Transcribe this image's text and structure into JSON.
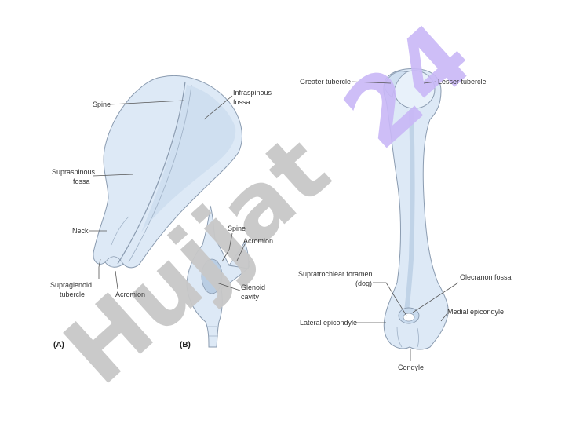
{
  "panel_labels": {
    "a": "(A)",
    "b": "(B)"
  },
  "scapula_lateral": {
    "spine": "Spine",
    "infraspinous_line1": "Infraspinous",
    "infraspinous_line2": "fossa",
    "supraspinous_line1": "Supraspinous",
    "supraspinous_line2": "fossa",
    "neck": "Neck",
    "supraglenoid_line1": "Supraglenoid",
    "supraglenoid_line2": "tubercle",
    "acromion": "Acromion"
  },
  "scapula_distal": {
    "spine": "Spine",
    "acromion": "Acromion",
    "glenoid_line1": "Glenoid",
    "glenoid_line2": "cavity"
  },
  "humerus": {
    "greater_tubercle": "Greater tubercle",
    "lesser_tubercle": "Lesser tubercle",
    "supratrochlear_line1": "Supratrochlear foramen",
    "supratrochlear_line2": "(dog)",
    "olecranon_fossa": "Olecranon fossa",
    "lateral_epicondyle": "Lateral epicondyle",
    "medial_epicondyle": "Medial epicondyle",
    "condyle": "Condyle"
  },
  "watermarks": {
    "gray": "Hujjat",
    "violet": "24"
  },
  "colors": {
    "bone_fill": "#dde9f6",
    "bone_stroke": "#8a9bb0",
    "bone_shade": "#b9cde3",
    "watermark_gray": "#c8c8c8",
    "watermark_violet": "#c9b8f7"
  }
}
